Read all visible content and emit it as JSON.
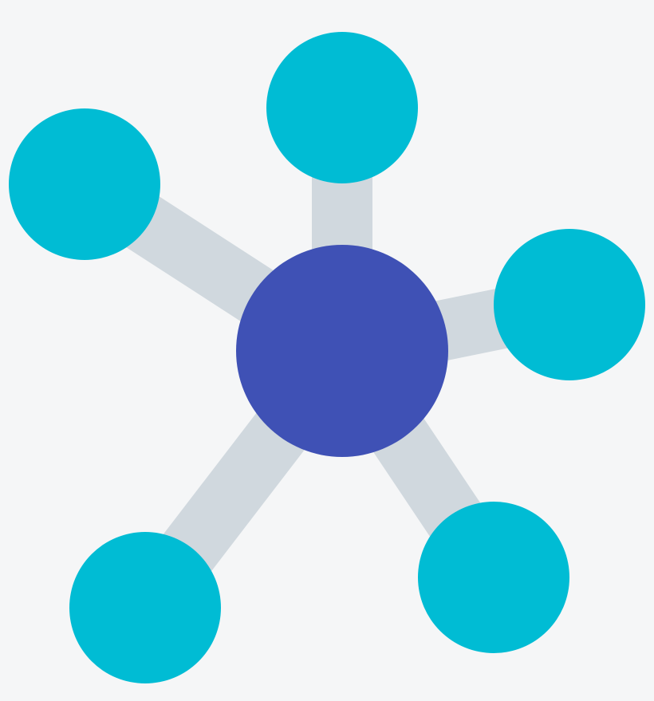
{
  "colors": {
    "background": "#f5f6f7",
    "connector": "#d0d8de",
    "hub": "#3f51b5",
    "satellite": "#00bcd4"
  },
  "hub": {
    "name": "hub-node",
    "icon": "network-hub-icon"
  },
  "satellites": [
    {
      "name": "satellite-node-top"
    },
    {
      "name": "satellite-node-upper-left"
    },
    {
      "name": "satellite-node-right"
    },
    {
      "name": "satellite-node-lower-left"
    },
    {
      "name": "satellite-node-lower-right"
    }
  ]
}
